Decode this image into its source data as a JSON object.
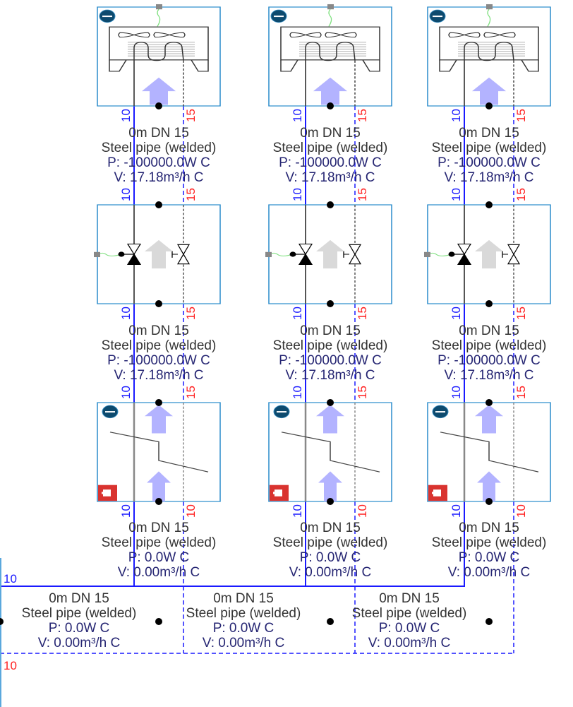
{
  "colors": {
    "supply": "#1a1aff",
    "return_label": "#ff2020",
    "box_border": "#2a8ccc",
    "arrow": "#b3b3ff",
    "badge": "#0d4a6e",
    "lock": "#d9332f",
    "wire": "#7ee07e"
  },
  "columns": [
    {
      "seg_a": {
        "supply_label": "10",
        "return_label": "15",
        "length": "0m DN 15",
        "material": "Steel pipe (welded)",
        "power": "P: -100000.0W C",
        "flow": "V: 17.18m³/h C"
      },
      "seg_b": {
        "supply_label": "10",
        "return_label": "15",
        "length": "0m DN 15",
        "material": "Steel pipe (welded)",
        "power": "P: -100000.0W C",
        "flow": "V: 17.18m³/h C"
      },
      "seg_c": {
        "supply_label": "10",
        "return_label": "10",
        "length": "0m DN 15",
        "material": "Steel pipe (welded)",
        "power": "P: 0.0W C",
        "flow": "V: 0.00m³/h C"
      },
      "bottom": {
        "length": "0m DN 15",
        "material": "Steel pipe (welded)",
        "power": "P: 0.0W C",
        "flow": "V: 0.00m³/h C"
      }
    },
    {
      "seg_a": {
        "supply_label": "10",
        "return_label": "15",
        "length": "0m DN 15",
        "material": "Steel pipe (welded)",
        "power": "P: -100000.0W C",
        "flow": "V: 17.18m³/h C"
      },
      "seg_b": {
        "supply_label": "10",
        "return_label": "15",
        "length": "0m DN 15",
        "material": "Steel pipe (welded)",
        "power": "P: -100000.0W C",
        "flow": "V: 17.18m³/h C"
      },
      "seg_c": {
        "supply_label": "10",
        "return_label": "10",
        "length": "0m DN 15",
        "material": "Steel pipe (welded)",
        "power": "P: 0.0W C",
        "flow": "V: 0.00m³/h C"
      },
      "bottom": {
        "length": "0m DN 15",
        "material": "Steel pipe (welded)",
        "power": "P: 0.0W C",
        "flow": "V: 0.00m³/h C"
      }
    },
    {
      "seg_a": {
        "supply_label": "10",
        "return_label": "15",
        "length": "0m DN 15",
        "material": "Steel pipe (welded)",
        "power": "P: -100000.0W C",
        "flow": "V: 17.18m³/h C"
      },
      "seg_b": {
        "supply_label": "10",
        "return_label": "15",
        "length": "0m DN 15",
        "material": "Steel pipe (welded)",
        "power": "P: -100000.0W C",
        "flow": "V: 17.18m³/h C"
      },
      "seg_c": {
        "supply_label": "10",
        "return_label": "10",
        "length": "0m DN 15",
        "material": "Steel pipe (welded)",
        "power": "P: 0.0W C",
        "flow": "V: 0.00m³/h C"
      },
      "bottom": {
        "length": "0m DN 15",
        "material": "Steel pipe (welded)",
        "power": "P: 0.0W C",
        "flow": "V: 0.00m³/h C"
      }
    }
  ],
  "main_supply_label": "10",
  "main_return_label": "10"
}
